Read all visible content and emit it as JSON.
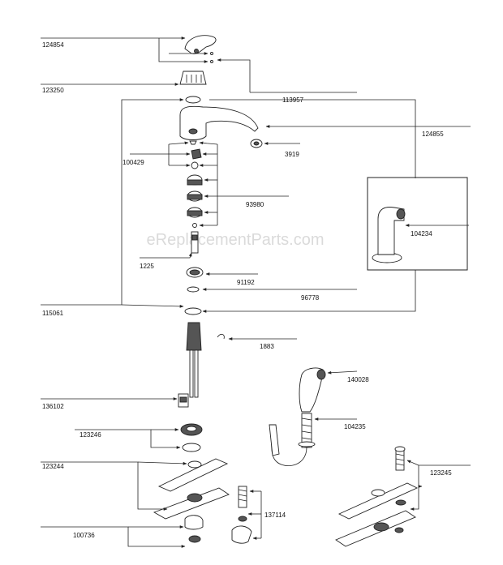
{
  "watermark": "eReplacementParts.com",
  "labels": {
    "p124854": "124854",
    "p123250": "123250",
    "p113957": "113957",
    "p124855": "124855",
    "p3919": "3919",
    "p100429": "100429",
    "p93980": "93980",
    "p104234": "104234",
    "p1225": "1225",
    "p91192": "91192",
    "p96778": "96778",
    "p115061": "115061",
    "p1883": "1883",
    "p140028": "140028",
    "p136102": "136102",
    "p104235": "104235",
    "p123246": "123246",
    "p123244": "123244",
    "p123245": "123245",
    "p137114": "137114",
    "p100736": "100736"
  }
}
